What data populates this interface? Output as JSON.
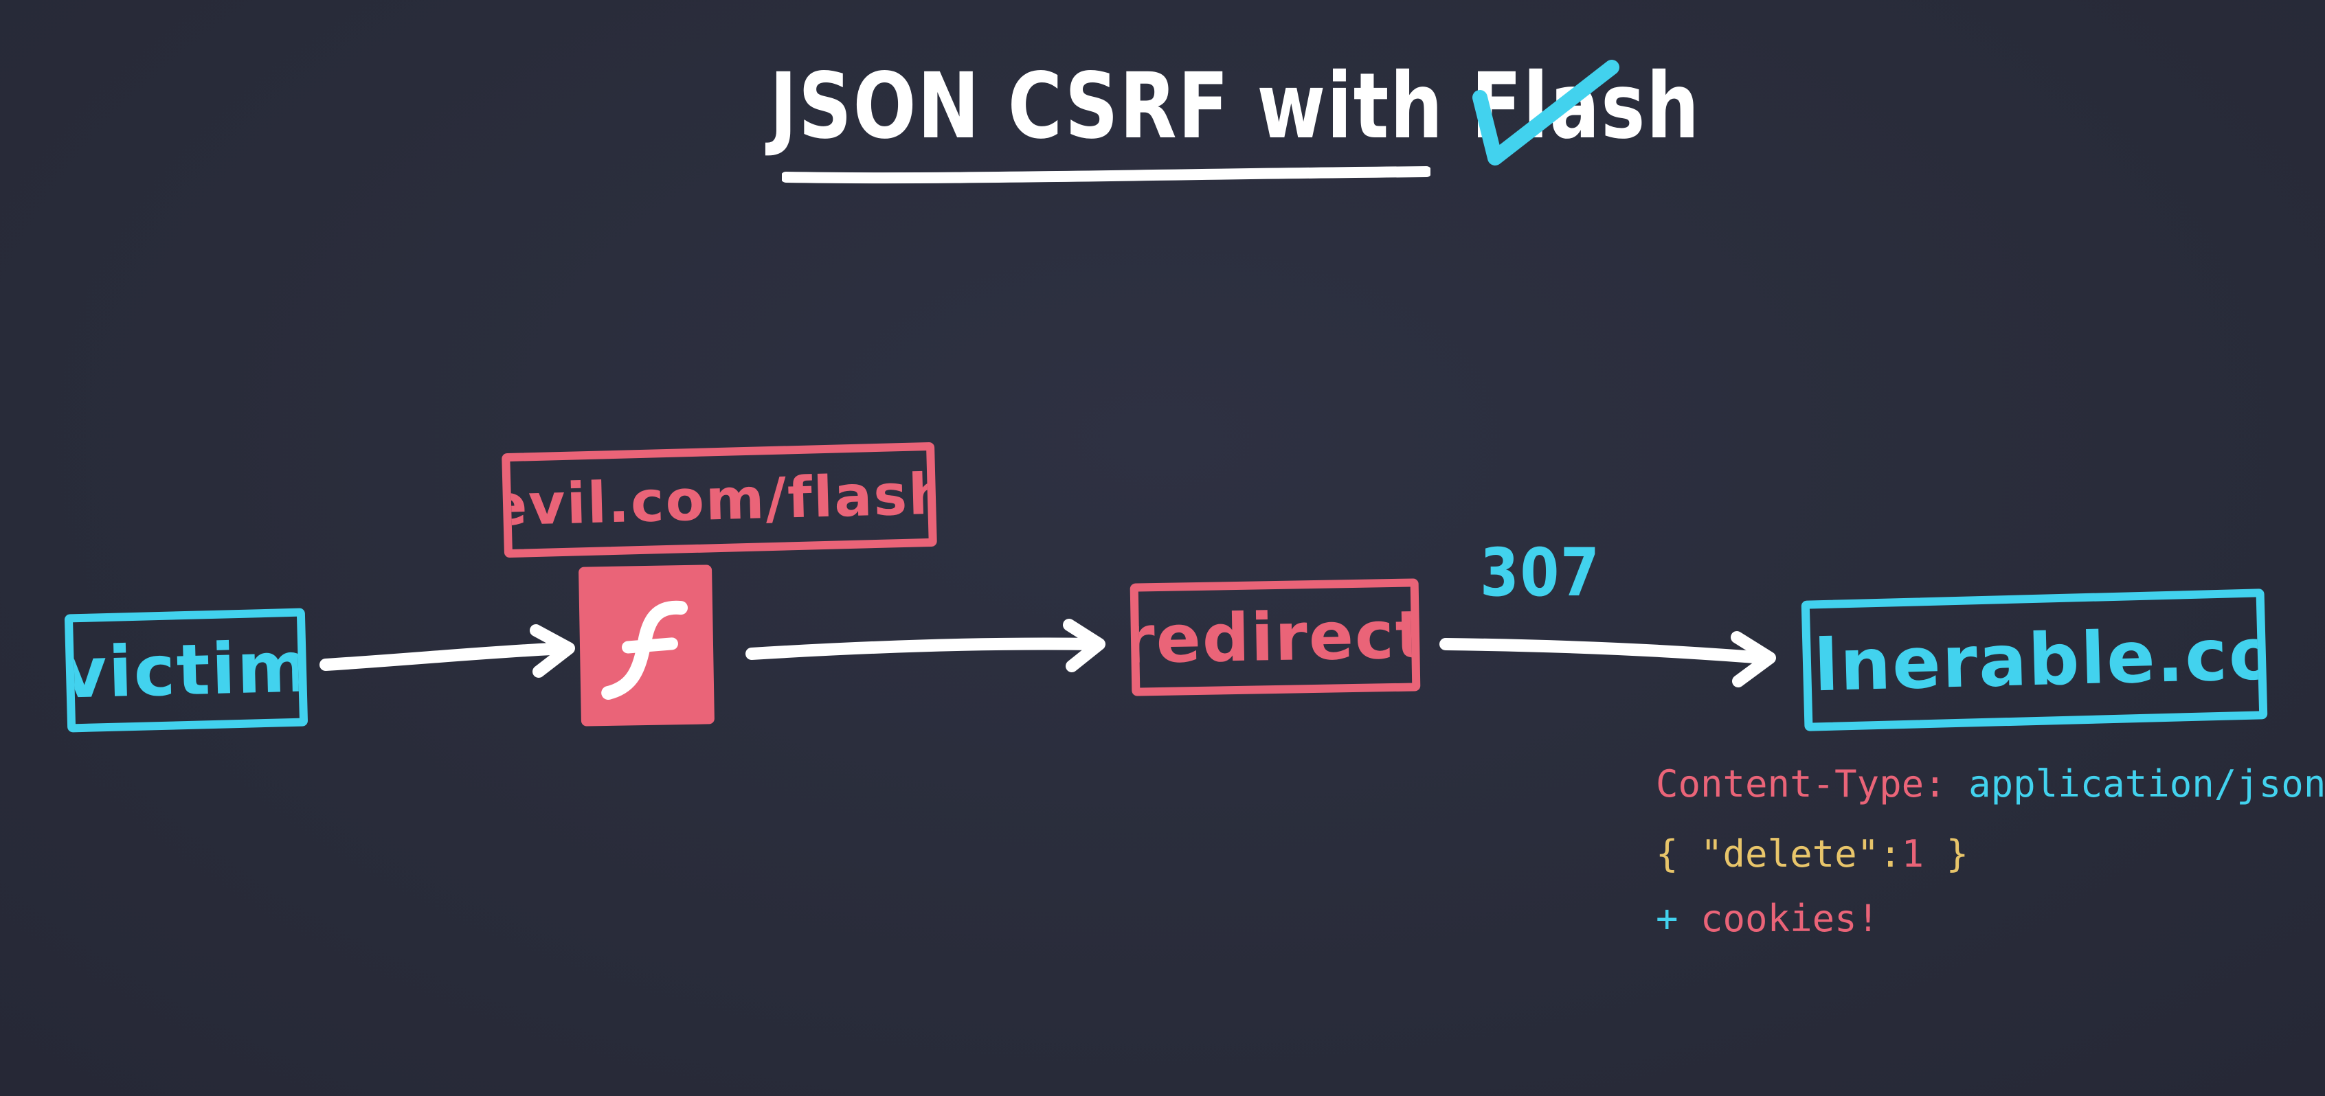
{
  "title": "JSON CSRF with Flash",
  "nodes": {
    "victim": "victim",
    "evil": "evil.com/flash",
    "flash_glyph": "f",
    "redirect": "redirect",
    "vulnerable": "vulnerable.com"
  },
  "edge_label": "307",
  "request": {
    "header_key": "Content-Type:",
    "header_value": "application/json",
    "body_open": "{",
    "body_key": "\"delete\"",
    "body_colon": ":",
    "body_value": "1",
    "body_close": "}",
    "plus": "+",
    "cookies": "cookies!"
  },
  "colors": {
    "background": "#2a2d3c",
    "cyan": "#42d2ee",
    "pink": "#ea6478",
    "yellow": "#e8c56a",
    "white": "#ffffff"
  }
}
